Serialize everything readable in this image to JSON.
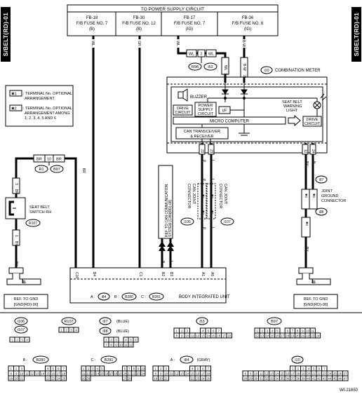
{
  "side_tab": "S/BELT(RD)-01",
  "power_circuit": "TO POWER SUPPLY CIRCUIT",
  "fuses": [
    {
      "l1": "FB-18",
      "l2": "F/B FUSE NO. 7",
      "l3": "(B)"
    },
    {
      "l1": "FB-30",
      "l2": "F/B FUSE NO. 12",
      "l3": "(B)"
    },
    {
      "l1": "FB-17",
      "l2": "F/B FUSE NO. 7",
      "l3": "(IG)"
    },
    {
      "l1": "FB-36",
      "l2": "F/B FUSE NO. 8",
      "l3": "(IG)"
    }
  ],
  "notes": {
    "k1": "✱1",
    "t1a": ": TERMINAL No. OPTIONAL",
    "t1b": "ARRANGEMENT",
    "k2": "✱2",
    "t2a": ": TERMINAL No. OPTIONAL",
    "t2b": "ARRANGEMENT AMONG",
    "t2c": "1, 2, 3, 4, 5 AND 6"
  },
  "meter": {
    "conn": "i10",
    "title": "COMBINATION METER",
    "buzzer": "BUZZER",
    "drive_l1": "DRIVE",
    "drive_l2": "CIRCUIT",
    "psu_l1": "POWER",
    "psu_l2": "SUPPLY",
    "psu_l3": "CIRCUIT",
    "if": "I/F",
    "swl_l1": "SEAT BELT",
    "swl_l2": "WARNING",
    "swl_l3": "LIGHT",
    "drive2_l1": "DRIVE",
    "drive2_l2": "CIRCUIT",
    "micro": "MICRO COMPUTER",
    "can_l1": "CAN TRANSCEIVER",
    "can_l2": "& RECEIVER"
  },
  "wires": {
    "wl": "WL",
    "gr": "GR",
    "br": "BR",
    "by": "BY",
    "b": "B",
    "p": "P",
    "l": "L",
    "bw": "B-W",
    "n2": "2",
    "n1": "1",
    "n3": "3",
    "n10": "10",
    "n4": "4",
    "n5": "5",
    "n6": "6",
    "n12": "12",
    "n22": "22",
    "n23": "23",
    "n24": "24",
    "n8": "8",
    "n9": "9",
    "n19": "19",
    "n28": "28",
    "c16": "C16",
    "b4": "B4",
    "b1": "B1",
    "b9": "B9",
    "b5": "B5",
    "b2": "B2",
    "c1": "C1",
    "b11": "B11",
    "b3": "B3",
    "a1": "A1",
    "a5": "A5",
    "a": "A",
    "k1": "✱1",
    "k2": "✱2"
  },
  "conn_labels": {
    "r98": "R98",
    "i52": "i52",
    "r1": "R1",
    "b97": "B97",
    "r107": "R107",
    "i106": "i106",
    "i107": "i107",
    "i97": "i97",
    "i98": "i98",
    "i84": "i84",
    "b280": "B280",
    "b281": "B281"
  },
  "labels": {
    "seat_belt_sw_l1": "SEAT BELT",
    "seat_belt_sw_l2": "SWITCH RH",
    "can_joint_l1": "CAN JOINT",
    "can_joint_l2": "CONNECTOR",
    "ref_can_l1": "REF. TO CAN COMMUNICATION",
    "ref_can_l2": "SYSTEM [CAN(RD)-08]",
    "joint_gnd_l1": "JOINT",
    "joint_gnd_l2": "GROUND",
    "joint_gnd_l3": "CONNECTOR",
    "ground": "E",
    "ref_gnd_l1": "REF. TO GND",
    "ref_gnd_l2": "[GND(RD)-06]",
    "biu_a": "A :",
    "biu_b": "B :",
    "biu_c": "C :",
    "biu": "BODY INTEGRATED UNIT"
  },
  "connector_views": {
    "i106": "i106",
    "i107": "i107",
    "r107": "R107",
    "i97": "i97",
    "i97_note": "(BLUE)",
    "i98": "i98",
    "i98_note": "(BLUE)",
    "i53": "i53",
    "b97": "B97",
    "b280": "B280",
    "b281": "B281",
    "i84": "i84",
    "i84_note": "(GRAY)",
    "i10": "i10",
    "b_prefix": "B :",
    "c_prefix": "C :",
    "a_prefix": "A :"
  },
  "figure_id": "WI-21650"
}
